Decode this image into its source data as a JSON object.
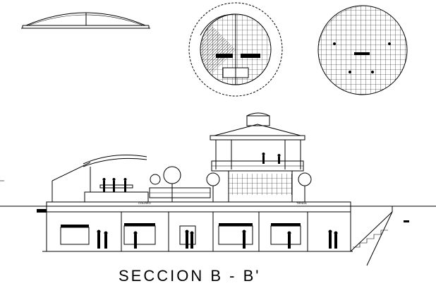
{
  "drawing": {
    "title": "SECCION B - B'",
    "label_coliseo": "COLISEO",
    "label_tienda": "TIENDA"
  }
}
